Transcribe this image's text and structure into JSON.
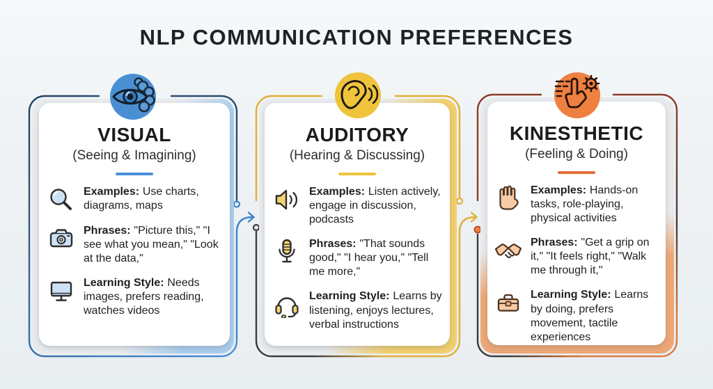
{
  "title": "NLP COMMUNICATION PREFERENCES",
  "colors": {
    "visual_accent": "#4a8fd2",
    "auditory_accent": "#f0c33c",
    "kinesthetic_accent": "#ee8040",
    "connector_blue": "#3f86c9",
    "connector_yellow": "#e2af38",
    "connector_dark": "#3b3b3b"
  },
  "cards": [
    {
      "id": "visual",
      "title": "VISUAL",
      "subtitle": "(Seeing & Imagining)",
      "header_icon": "eye-brain-icon",
      "rows": [
        {
          "icon": "magnifier-icon",
          "label": "Examples:",
          "text": "Use charts, diagrams, maps"
        },
        {
          "icon": "camera-icon",
          "label": "Phrases:",
          "text": "\"Picture this,\" \"I see what you mean,\" \"Look at the data,\""
        },
        {
          "icon": "monitor-icon",
          "label": "Learning Style:",
          "text": "Needs images, prefers reading, watches videos"
        }
      ]
    },
    {
      "id": "auditory",
      "title": "AUDITORY",
      "subtitle": "(Hearing & Discussing)",
      "header_icon": "ear-icon",
      "rows": [
        {
          "icon": "speaker-icon",
          "label": "Examples:",
          "text": "Listen actively, engage in discussion, podcasts"
        },
        {
          "icon": "microphone-icon",
          "label": "Phrases:",
          "text": "\"That sounds good,\" \"I hear you,\" \"Tell me more,\""
        },
        {
          "icon": "headphones-icon",
          "label": "Learning Style:",
          "text": "Learns by listening, enjoys lectures, verbal instructions"
        }
      ]
    },
    {
      "id": "kinesthetic",
      "title": "KINESTHETIC",
      "subtitle": "(Feeling & Doing)",
      "header_icon": "hand-gear-icon",
      "rows": [
        {
          "icon": "hand-icon",
          "label": "Examples:",
          "text": "Hands-on tasks, role-playing, physical activities"
        },
        {
          "icon": "handshake-icon",
          "label": "Phrases:",
          "text": "\"Get a grip on it,\" \"It feels right,\" \"Walk me through it,\""
        },
        {
          "icon": "toolbox-icon",
          "label": "Learning Style:",
          "text": "Learns by doing, prefers movement, tactile experiences"
        }
      ]
    }
  ]
}
